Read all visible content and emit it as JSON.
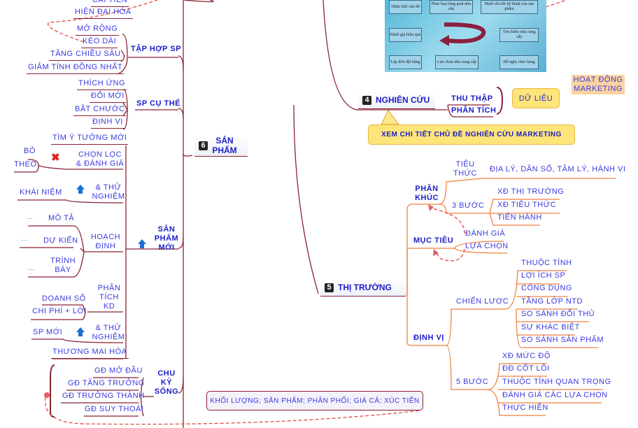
{
  "product": {
    "node": {
      "num": "6",
      "label": "SẢN PHẨM"
    },
    "cai_tien": "CẢI TIẾN",
    "hien_dai_hoa": "HIỆN ĐẠI HÓA",
    "tap_hop": {
      "label": "TẬP HỢP SP",
      "items": [
        "MỞ RỘNG",
        "KÉO DÀI",
        "TĂNG CHIỀU SÂU",
        "GIẢM TÍNH ĐỒNG NHẤT"
      ]
    },
    "sp_cu_the": {
      "label": "SP CỤ THỂ",
      "items": [
        "THÍCH ỨNG",
        "ĐỔI MỚI",
        "BẮT CHƯỚC",
        "ĐỊNH VỊ"
      ]
    },
    "sp_moi": {
      "label": "SẢN PHẨM MỚI",
      "tim_y_tuong": "TÌM Ý TƯỞNG MỚI",
      "chon_loc": "CHỌN LỌC & ĐÁNH GIÁ",
      "bo": "BỎ",
      "theo": "THEO",
      "thu_nghiem_1": "& THỬ NGHIỆM",
      "khai_niem": "KHÁI NIỆM",
      "hoach_dinh": "HOẠCH ĐỊNH",
      "mo_ta": "MÔ TẢ",
      "du_kien": "DỰ KIẾN",
      "trinh_bay": "TRÌNH BÀY",
      "ellipsis": "...",
      "phan_tich_kd": "PHÂN TÍCH KD",
      "doanh_so": "DOANH SỐ",
      "chi_phi_loi": "CHI PHÍ + LỜI",
      "thu_nghiem_2": "& THỬ NGHIỆM",
      "sp_moi": "SP MỚI",
      "thuong_mai_hoa": "THƯƠNG MẠI HÓA"
    },
    "chu_ky_song": {
      "label": "CHU KỲ SỐNG",
      "items": [
        "GĐ MỞ ĐẦU",
        "GĐ TĂNG TRƯỞNG",
        "GĐ TRƯỞNG THÀNH",
        "GĐ SUY THOÁI"
      ]
    }
  },
  "mix_box": "KHỐI LƯỢNG; SẢN PHẨM; PHÂN PHỐI; GIÁ CẢ; XÚC TIẾN",
  "research": {
    "node": {
      "num": "4",
      "label": "NGHIÊN CỨU"
    },
    "thu_thap": "THU THẬP",
    "phan_tich": "PHÂN TÍCH",
    "du_lieu": "DỮ LIỆU",
    "hoat_dong": "HOẠT ĐỘNG MARKETING",
    "callout": "XEM CHI TIẾT CHỦ ĐỀ NGHIÊN CỨU MARKETING",
    "flowchart": [
      "Nhận biết vấn đề",
      "Phác họa tổng quát nhu cầu",
      "Định chi tiết kỹ thuật của sản phẩm",
      "Tìm kiếm nhà cung cấp",
      "Đề nghị chào hàng",
      "Lựa chọn nhà cung cấp",
      "Lập đơn đặt hàng",
      "Đánh giá hiệu quả"
    ]
  },
  "market": {
    "node": {
      "num": "5",
      "label": "THỊ TRƯỜNG"
    },
    "phan_khuc": "PHÂN KHÚC",
    "tieu_thuc": "TIÊU THỨC",
    "tieu_thuc_value": "ĐỊA LÝ, DÂN SỐ, TÂM LÝ, HÀNH VI",
    "ba_buoc": "3 BƯỚC",
    "ba_buoc_items": [
      "XĐ THỊ TRƯỜNG",
      "XĐ TIÊU THỨC",
      "TIẾN HÀNH"
    ],
    "muc_tieu": "MỤC TIÊU",
    "muc_tieu_items": [
      "ĐÁNH GIÁ",
      "LỰA CHỌN"
    ],
    "dinh_vi": "ĐỊNH VỊ",
    "chien_luoc": "CHIẾN LƯỢC",
    "chien_luoc_items": [
      "THUỘC TÍNH",
      "LỢI ÍCH SP",
      "CÔNG DỤNG",
      "TẦNG LỚP NTD",
      "SO SÁNH ĐỐI THỦ",
      "SỰ KHÁC BIỆT",
      "SO SÁNH SẢN PHẨM"
    ],
    "nam_buoc": "5 BƯỚC",
    "nam_buoc_items": [
      "XĐ MỨC ĐỘ",
      "ĐĐ CỐT LÕI",
      "THUỘC TÍNH QUAN TRỌNG",
      "ĐÁNH GIÁ CÁC LỰA CHỌN",
      "THỰC HIỆN"
    ]
  }
}
